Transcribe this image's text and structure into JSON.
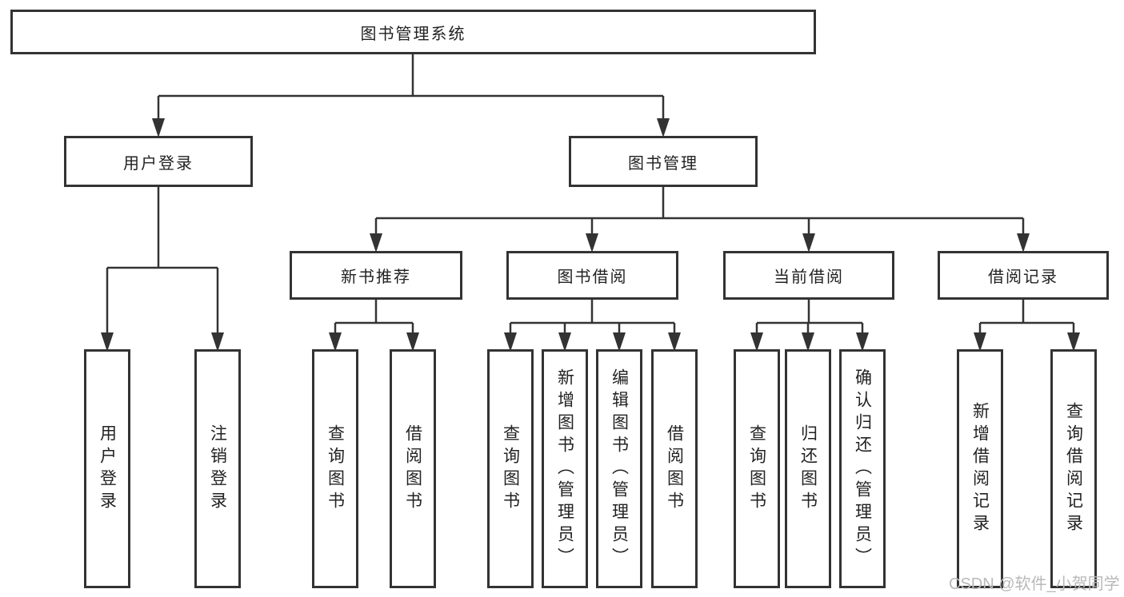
{
  "title": "图书管理系统",
  "watermark": "CSDN @软件_小贺同学",
  "colors": {
    "line": "#333333",
    "box_border": "#333333",
    "text": "#222222",
    "watermark": "#b9b9b9",
    "background": "#ffffff"
  },
  "nodes": {
    "root": {
      "label": "图书管理系统"
    },
    "user_login": {
      "label": "用户登录"
    },
    "book_mgmt": {
      "label": "图书管理"
    },
    "new_book_rec": {
      "label": "新书推荐"
    },
    "book_borrow": {
      "label": "图书借阅"
    },
    "current_borrow": {
      "label": "当前借阅"
    },
    "borrow_record": {
      "label": "借阅记录"
    },
    "ul_user_login": {
      "label": "用户登录"
    },
    "ul_logout": {
      "label": "注销登录"
    },
    "nb_query_book": {
      "label": "查询图书"
    },
    "nb_borrow_book": {
      "label": "借阅图书"
    },
    "bb_query_book": {
      "label": "查询图书"
    },
    "bb_add_book": {
      "label": "新增图书（管理员）"
    },
    "bb_edit_book": {
      "label": "编辑图书（管理员）"
    },
    "bb_borrow_book": {
      "label": "借阅图书"
    },
    "cb_query_book": {
      "label": "查询图书"
    },
    "cb_return_book": {
      "label": "归还图书"
    },
    "cb_confirm_return": {
      "label": "确认归还（管理员）"
    },
    "br_add_record": {
      "label": "新增借阅记录"
    },
    "br_query_record": {
      "label": "查询借阅记录"
    }
  },
  "hierarchy": {
    "图书管理系统": {
      "用户登录": [
        "用户登录",
        "注销登录"
      ],
      "图书管理": {
        "新书推荐": [
          "查询图书",
          "借阅图书"
        ],
        "图书借阅": [
          "查询图书",
          "新增图书（管理员）",
          "编辑图书（管理员）",
          "借阅图书"
        ],
        "当前借阅": [
          "查询图书",
          "归还图书",
          "确认归还（管理员）"
        ],
        "借阅记录": [
          "新增借阅记录",
          "查询借阅记录"
        ]
      }
    }
  }
}
